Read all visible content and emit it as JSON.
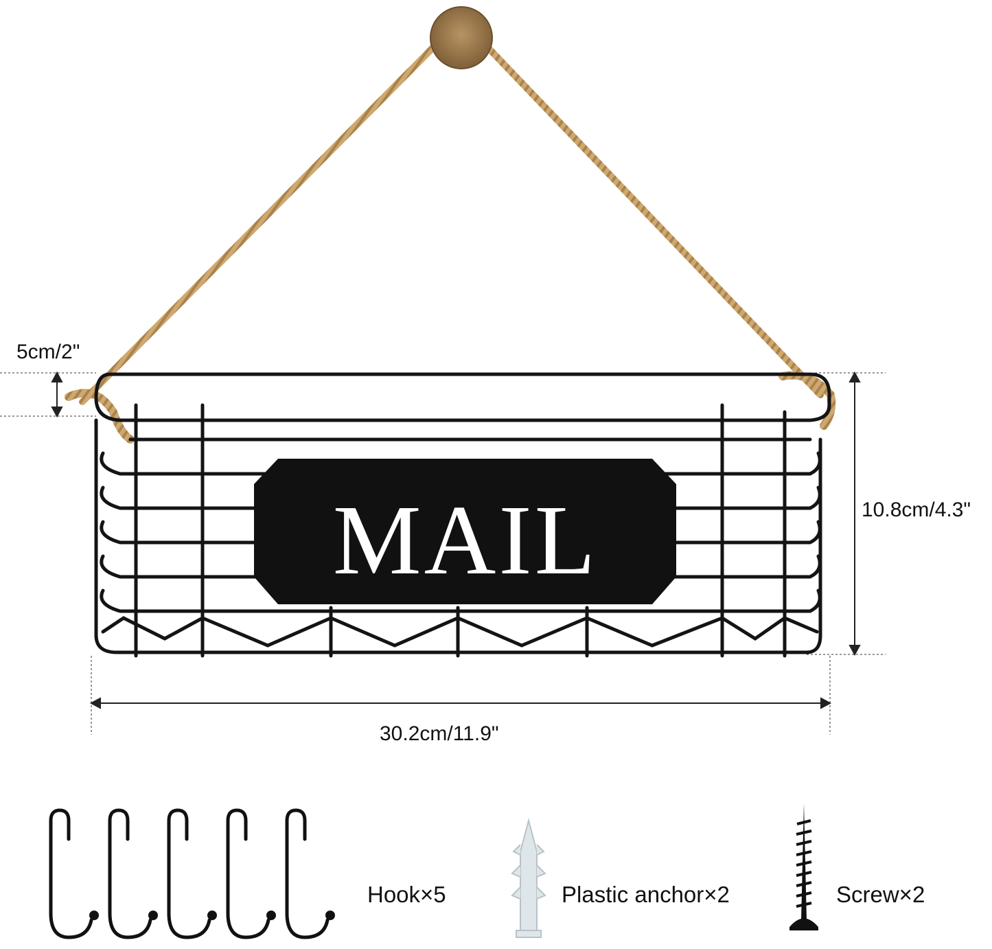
{
  "product": {
    "sign_text": "MAIL"
  },
  "dimensions": {
    "rim_height": "5cm/2\"",
    "height": "10.8cm/4.3\"",
    "width": "30.2cm/11.9\""
  },
  "accessories": [
    {
      "label": "Hook×5",
      "icon": "s-hook-icon"
    },
    {
      "label": "Plastic anchor×2",
      "icon": "wall-anchor-icon"
    },
    {
      "label": "Screw×2",
      "icon": "screw-icon"
    }
  ],
  "colors": {
    "wire": "#141414",
    "rope": "#c9a36b",
    "peg": "#9c7a4e",
    "sign": "#111111",
    "anchor": "#dfe6ea"
  }
}
